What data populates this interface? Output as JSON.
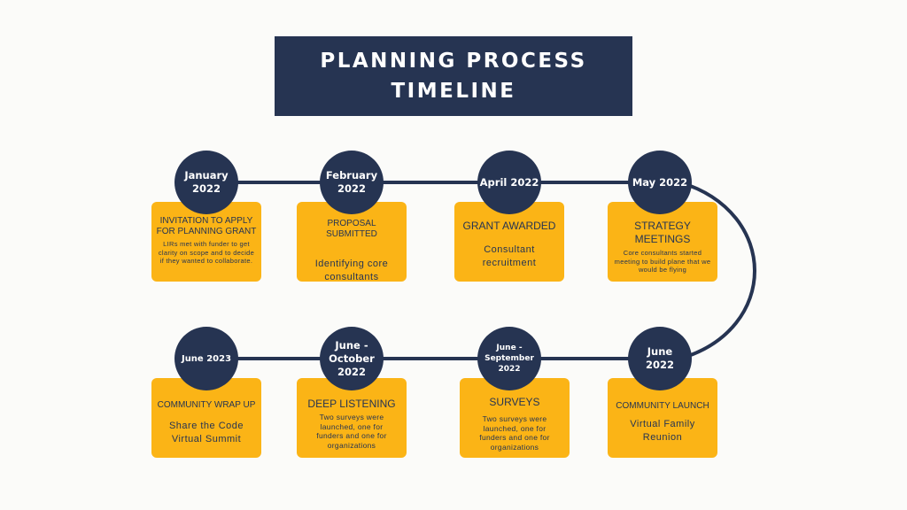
{
  "title": {
    "line1": "PLANNING PROCESS",
    "line2": "TIMELINE"
  },
  "colors": {
    "navy": "#263452",
    "gold": "#fbb416",
    "background": "#fbfbf9"
  },
  "milestones": [
    {
      "date_line1": "January",
      "date_line2": "2022",
      "date_line3": "",
      "heading": "INVITATION TO APPLY FOR PLANNING GRANT",
      "description": "LIRs met with funder to get clarity on scope and to decide if they wanted to collaborate."
    },
    {
      "date_line1": "February",
      "date_line2": "2022",
      "date_line3": "",
      "heading": "PROPOSAL SUBMITTED",
      "description": "Identifying core consultants"
    },
    {
      "date_line1": "April 2022",
      "date_line2": "",
      "date_line3": "",
      "heading": "GRANT AWARDED",
      "description": "Consultant recruitment"
    },
    {
      "date_line1": "May 2022",
      "date_line2": "",
      "date_line3": "",
      "heading": "STRATEGY MEETINGS",
      "description": "Core consultants started meeting to build plane that we would be flying"
    },
    {
      "date_line1": "June",
      "date_line2": "2022",
      "date_line3": "",
      "heading": "COMMUNITY LAUNCH",
      "description": "Virtual Family Reunion"
    },
    {
      "date_line1": "June -",
      "date_line2": "September",
      "date_line3": "2022",
      "heading": "SURVEYS",
      "description": "Two surveys were launched, one for funders and one for organizations"
    },
    {
      "date_line1": "June -",
      "date_line2": "October",
      "date_line3": "2022",
      "heading": "DEEP LISTENING",
      "description": "Two surveys were launched, one for funders and one for organizations"
    },
    {
      "date_line1": "June 2023",
      "date_line2": "",
      "date_line3": "",
      "heading": "COMMUNITY WRAP UP",
      "description": "Share the Code Virtual Summit"
    }
  ]
}
